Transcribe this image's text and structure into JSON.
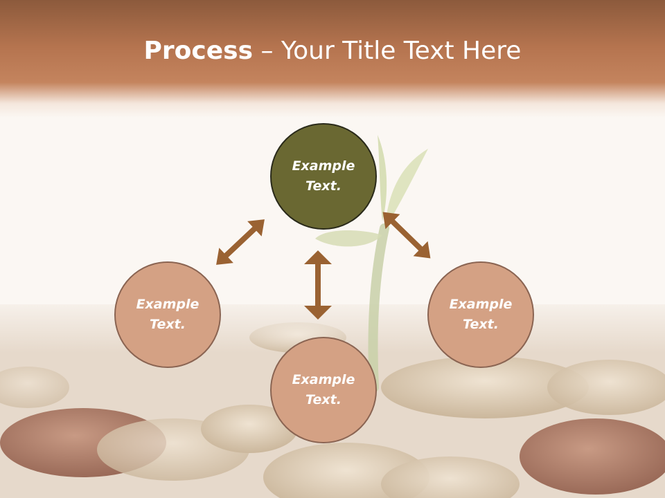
{
  "slide": {
    "title_bold": "Process",
    "title_rest": " – Your Title Text Here"
  },
  "nodes": {
    "top": {
      "line1": "Example",
      "line2": "Text."
    },
    "left": {
      "line1": "Example",
      "line2": "Text."
    },
    "right": {
      "line1": "Example",
      "line2": "Text."
    },
    "bottom": {
      "line1": "Example",
      "line2": "Text."
    }
  },
  "colors": {
    "title_bar": "#b5744f",
    "center_node": "#6a6832",
    "outer_node": "#d4a184",
    "arrow": "#9a6232"
  },
  "icons": {
    "background": "seedling-coins-photo",
    "connectors": "double-headed-arrow"
  }
}
